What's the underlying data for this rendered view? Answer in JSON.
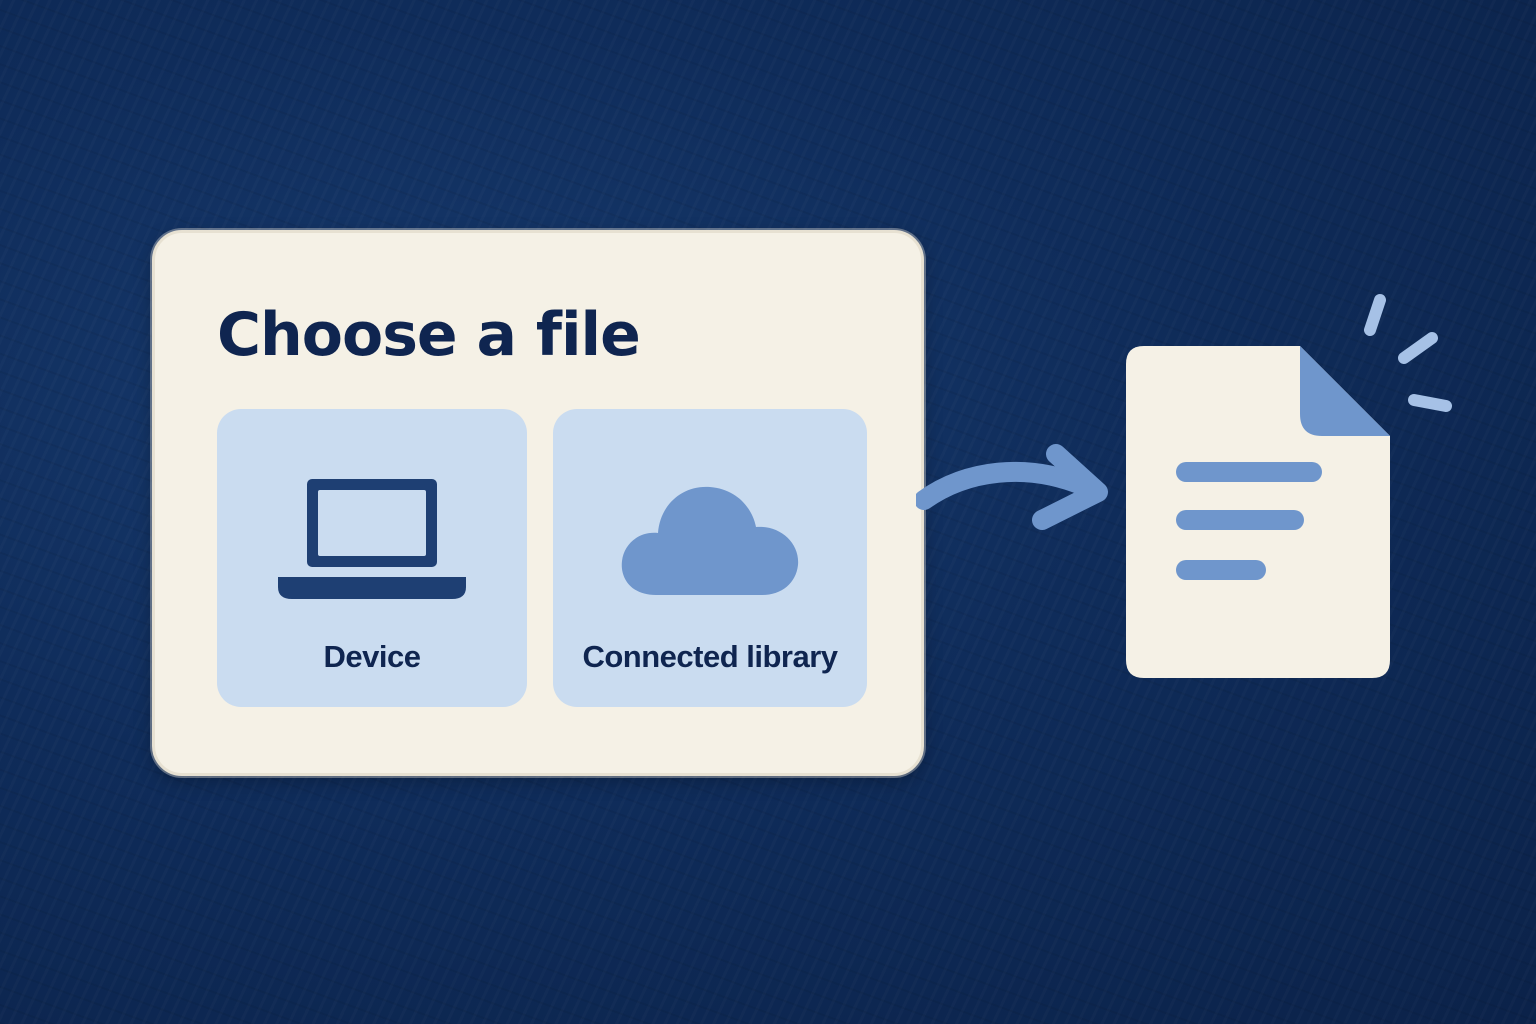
{
  "dialog": {
    "title": "Choose a file",
    "options": [
      {
        "label": "Device",
        "icon": "laptop-icon"
      },
      {
        "label": "Connected library",
        "icon": "cloud-icon"
      }
    ]
  },
  "result": {
    "icon": "document-icon"
  },
  "colors": {
    "background": "#0e2a57",
    "card": "#f5f1e6",
    "option_tile": "#cadcf0",
    "text_dark": "#0f2550",
    "accent_blue": "#6f96cc",
    "icon_dark": "#1e3f73"
  }
}
